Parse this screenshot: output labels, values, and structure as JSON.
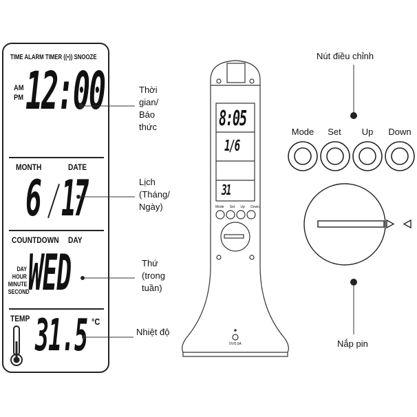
{
  "display": {
    "indicators": {
      "time": "TIME",
      "alarm": "ALARM",
      "timer": "TIMER",
      "snooze": "SNOOZE"
    },
    "am": "AM",
    "pm": "PM",
    "time_value": "12:00",
    "month_label": "MONTH",
    "date_label": "DATE",
    "month_value": "6",
    "date_value": "17",
    "countdown_label": "COUNTDOWN",
    "day_label": "DAY",
    "units": [
      "DAY",
      "HOUR",
      "MINUTE",
      "SECOND"
    ],
    "weekday_value": "WED",
    "temp_label": "TEMP",
    "temp_value": "31.5",
    "temp_unit": "°C"
  },
  "callouts": {
    "time_alarm": [
      "Thời",
      "gian/",
      "Báo",
      "thức"
    ],
    "calendar": [
      "Lịch",
      "(Tháng/",
      "Ngày)"
    ],
    "weekday": [
      "Thứ",
      "(trong",
      "tuần)"
    ],
    "temperature": "Nhiệt độ"
  },
  "buttons": {
    "title": "Nút điều chỉnh",
    "labels": [
      "Mode",
      "Set",
      "Up",
      "Down"
    ]
  },
  "battery": {
    "label": "Nắp pin"
  },
  "lamp": {
    "mini_buttons": [
      "Mode",
      "Set",
      "Up",
      "Down"
    ],
    "mini_time": "8:05",
    "mini_date": "1/6",
    "mini_temp": "31",
    "power_label": "5V/0.5A"
  }
}
